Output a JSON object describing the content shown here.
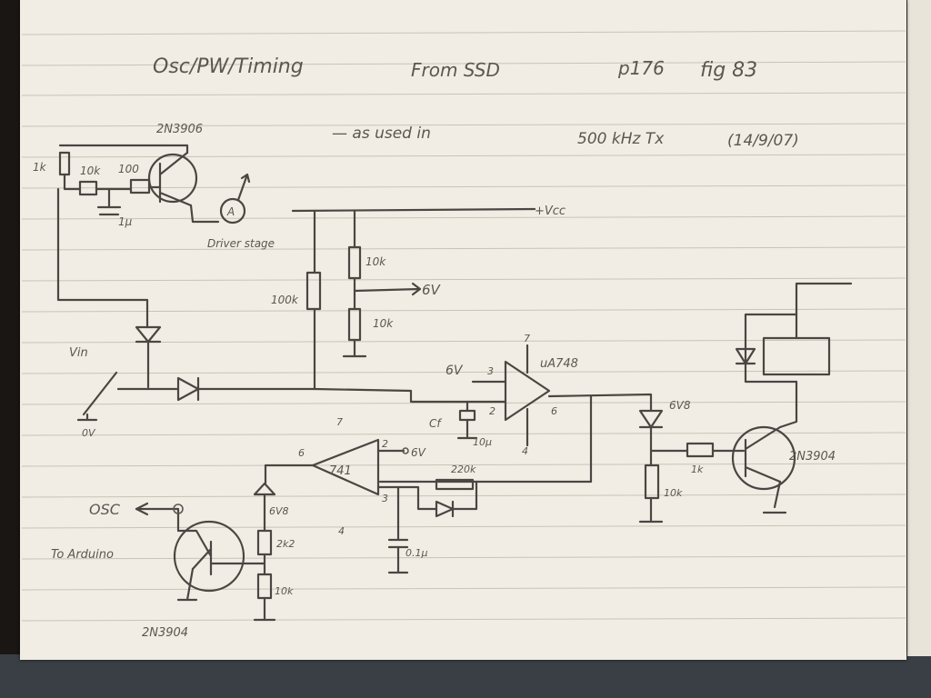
{
  "header": {
    "title_left": "Osc/PW/Timing",
    "title_source": "From SSD",
    "title_page": "p176",
    "title_fig": "fig 83",
    "subtitle": "— as used in",
    "subtitle_device": "500 kHz Tx",
    "subtitle_date": "(14/9/07)"
  },
  "labels": {
    "q_top": "2N3906",
    "r_trim_1k": "1k",
    "r_10k_a": "10k",
    "r_100": "100",
    "c_1u_a": "1µ",
    "meter": "A",
    "driver_stage": "Driver stage",
    "vcc": "+Vcc",
    "r_10k_div_top": "10k",
    "r_10k_div_bot": "10k",
    "six_v_div": "6V",
    "pot_100k": "100k",
    "vin_label": "Vin",
    "zero_v_a": "0V",
    "six_v_in": "6V",
    "pin3": "3",
    "pin2": "2",
    "pin7": "7",
    "pin6": "6",
    "pin4": "4",
    "ic_ua748": "uA748",
    "cf": "Cf",
    "c_10u_b": "10µ",
    "op741": "741",
    "op741_pin6": "6",
    "op741_pin2": "2",
    "op741_pin7": "7",
    "op741_pin3": "3",
    "op741_pin4": "4",
    "six_v_b": "6V",
    "r_220k": "220k",
    "c_0u1": "0.1µ",
    "zener_6v8_a": "6V8",
    "r_2k2": "2k2",
    "r_10k_c": "10k",
    "osc_out": "OSC",
    "to_arduino": "To Arduino",
    "q_bot": "2N3904",
    "zener_6v8_b": "6V8",
    "r_1k_b": "1k",
    "r_10k_d": "10k",
    "q_right": "2N3904"
  },
  "colors": {
    "paper": "#f1ede4",
    "ink": "#4a4642",
    "rule": "#c9c3b6"
  }
}
